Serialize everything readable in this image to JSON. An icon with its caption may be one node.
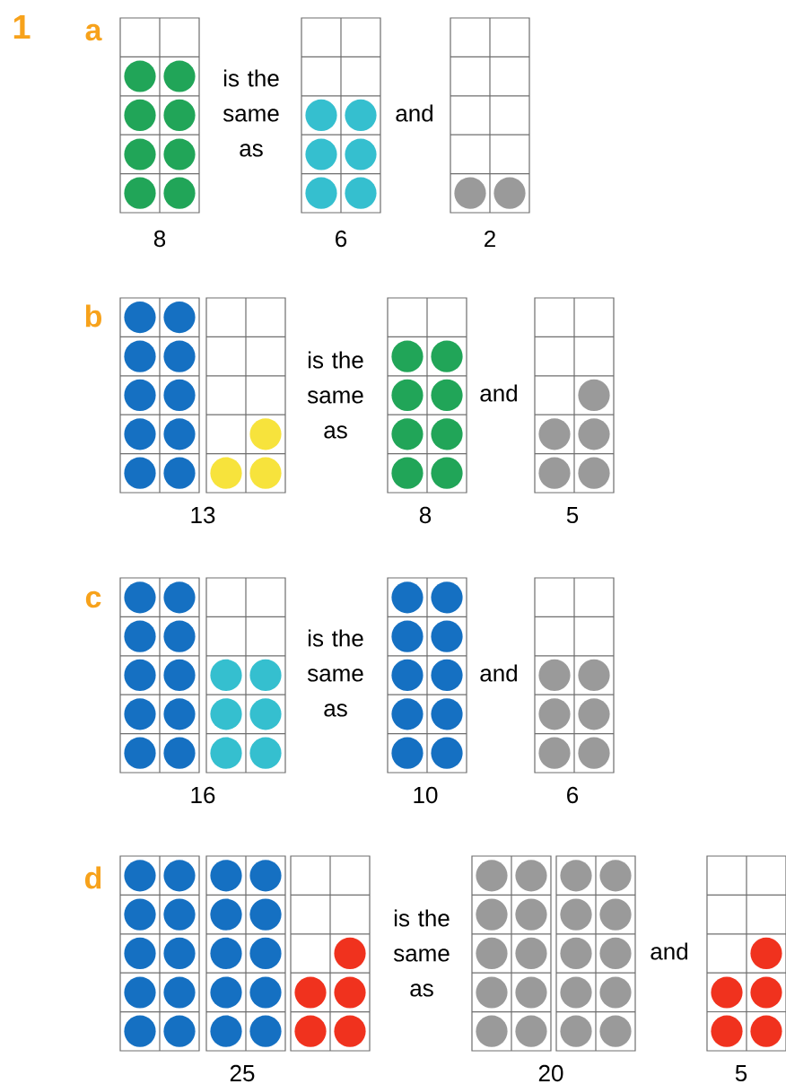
{
  "diagram": {
    "labels": [
      "1",
      "a",
      "is the same as",
      "and",
      "8",
      "6",
      "2",
      "b",
      "is the same as",
      "and",
      "13",
      "8",
      "5",
      "c",
      "is the same as",
      "and",
      "16",
      "10",
      "6",
      "d",
      "is the same as",
      "and",
      "25",
      "20",
      "5"
    ]
  }
}
